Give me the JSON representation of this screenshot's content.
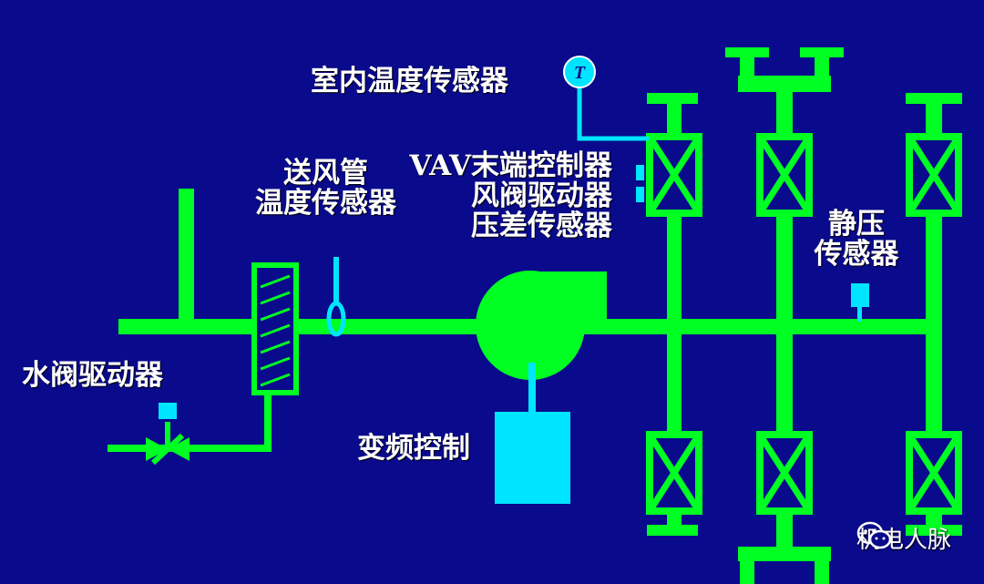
{
  "labels": {
    "room_temp_sensor": "室内温度传感器",
    "supply_duct_line1": "送风管",
    "supply_duct_line2": "温度传感器",
    "vav_line1": "VAV末端控制器",
    "vav_line2": "风阀驱动器",
    "vav_line3": "压差传感器",
    "static_pressure_line1": "静压",
    "static_pressure_line2": "传感器",
    "water_valve_actuator": "水阀驱动器",
    "vfd_control": "变频控制",
    "thermostat_symbol": "T"
  },
  "watermark": {
    "text": "机电人脉",
    "icon": "wechat-icon"
  },
  "colors": {
    "background": "#0a0a8c",
    "duct": "#00ff22",
    "sensor": "#00e5ff",
    "text": "#ffffff"
  }
}
